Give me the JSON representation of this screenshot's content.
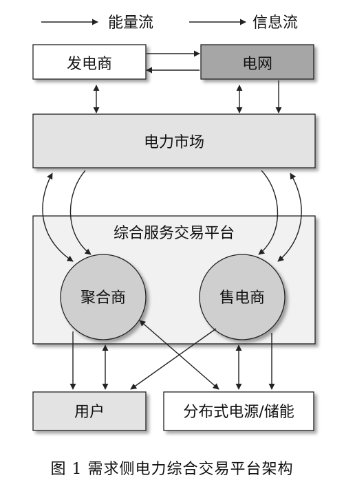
{
  "legend": {
    "energy_flow": "能量流",
    "info_flow": "信息流"
  },
  "nodes": {
    "generator": "发电商",
    "grid": "电网",
    "market": "电力市场",
    "platform": "综合服务交易平台",
    "aggregator": "聚合商",
    "retailer": "售电商",
    "user": "用户",
    "der_storage": "分布式电源/储能"
  },
  "caption": "图 1  需求侧电力综合交易平台架构",
  "colors": {
    "grid_fill": "#a6a6a6",
    "market_fill": "#e3e3e3",
    "platform_fill": "#f1f1f1",
    "circle_fill": "#cfcfcf",
    "user_fill": "#e3e3e3",
    "stroke": "#222222"
  }
}
